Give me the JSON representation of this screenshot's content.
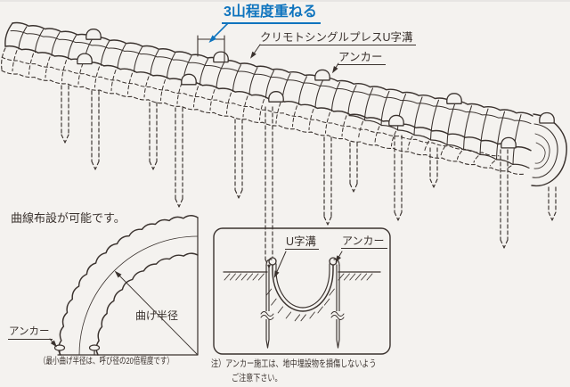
{
  "page": {
    "bg": "#f4f2ef",
    "ink": "#3a322e",
    "accent": "#0f74be"
  },
  "top_diagram": {
    "overlap_label": "3山程度重ねる",
    "product_label": "クリモトシングルプレスU字溝",
    "anchor_label": "アンカー"
  },
  "curve_diagram": {
    "title": "曲線布設が可能です。",
    "radius_label": "曲げ半径",
    "anchor_label": "アンカー",
    "caption": "（最小曲げ半径は、呼び径の20倍程度です）"
  },
  "cross_section": {
    "u_label": "U字溝",
    "anchor_label": "アンカー"
  },
  "note": {
    "line1": "注）アンカー施工は、地中埋設物を損傷しないよう",
    "line2": "ご注意下さい。"
  }
}
